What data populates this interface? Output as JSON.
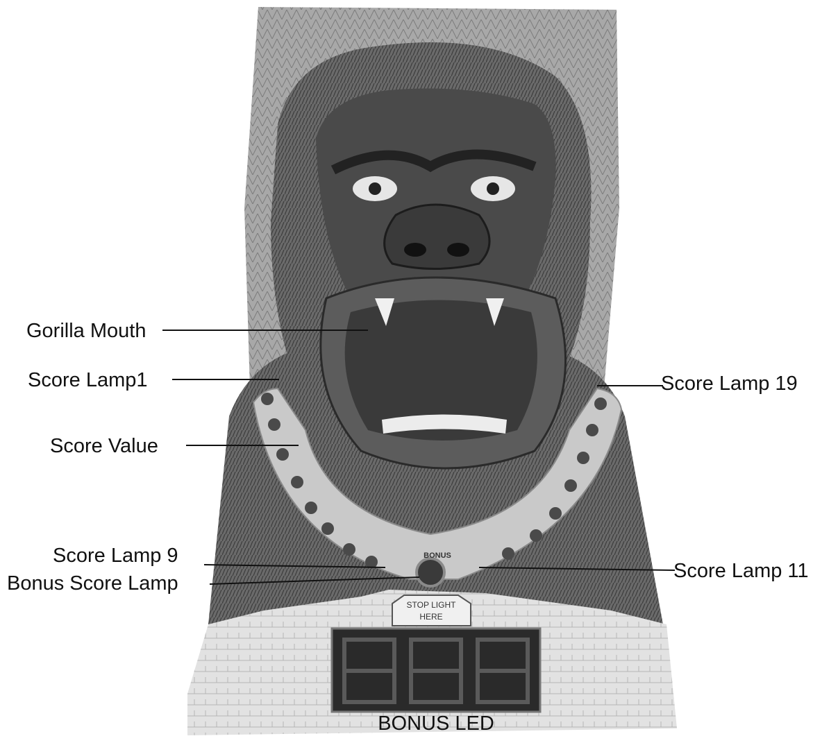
{
  "sign_text": {
    "line1": "STOP LIGHT",
    "line2": "HERE"
  },
  "emblem_text": "BONUS",
  "labels": {
    "gorilla_mouth": "Gorilla Mouth",
    "score_lamp_1": "Score Lamp1",
    "score_value": "Score Value",
    "score_lamp_9": "Score Lamp 9",
    "bonus_score_lamp": "Bonus Score Lamp",
    "score_lamp_19": "Score Lamp 19",
    "score_lamp_11": "Score Lamp 11",
    "bonus_led": "BONUS LED"
  },
  "colors": {
    "fur": "#5a5a5a",
    "fur_dark": "#2e2e2e",
    "mouth": "#3a3a3a",
    "ring": "#c9c9c9",
    "lamp": "#4a4a4a",
    "led_panel": "#2a2a2a"
  }
}
